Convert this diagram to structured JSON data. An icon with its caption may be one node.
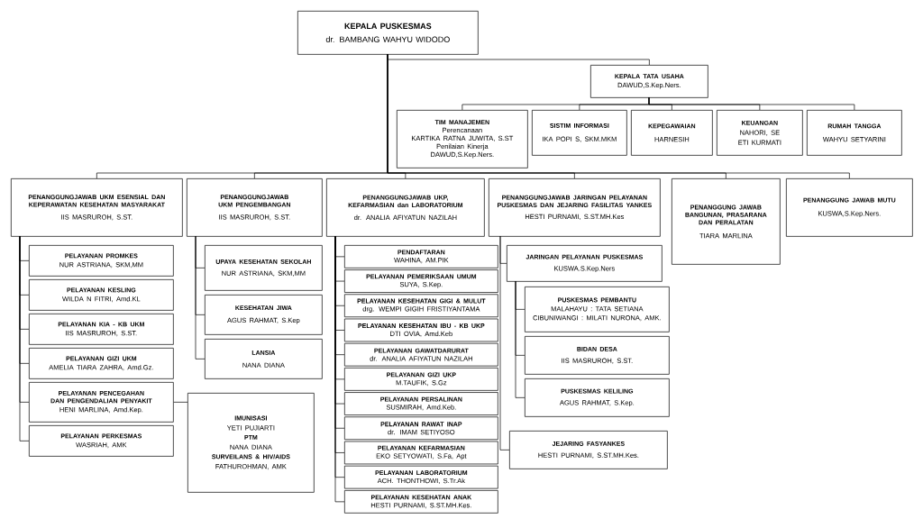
{
  "diagram": {
    "nodes": [
      {
        "text": [
          "KEPALA PUSKESMAS",
          "dr. BAMBANG WAHYU WIDODO"
        ]
      },
      {
        "text": [
          "KEPALA TATA USAHA",
          "DAWUD,S.Kep.Ners."
        ]
      },
      {
        "text": [
          "TIM MANAJEMEN",
          "Perencanaan",
          "KARTIKA RATNA JUWITA, S.ST",
          "Penilaian Kinerja",
          "DAWUD,S.Kep.Ners."
        ]
      },
      {
        "text": [
          "SISTIM INFORMASI",
          "IKA POPI S, SKM.MKM"
        ]
      },
      {
        "text": [
          "KEPEGAWAIAN",
          "HARNESIH"
        ]
      },
      {
        "text": [
          "KEUANGAN",
          "NAHORI, SE",
          "ETI KURMATI"
        ]
      },
      {
        "text": [
          "RUMAH TANGGA",
          "WAHYU SETYARINI"
        ]
      },
      {
        "text": [
          "PENANGGUNGJAWAB UKM ESENSIAL DAN KEPERAWATAN KESEHATAN MASYARAKAT",
          "IIS MASRUROH, S.ST."
        ]
      },
      {
        "text": [
          "PENANGGUNGJAWAB UKM PENGEMBANGAN",
          "IIS MASRUROH, S.ST."
        ]
      },
      {
        "text": [
          "PENANGGUNGJAWAB UKP, KEFARMASIAN dan LABORATORIUM",
          "dr. ANALIA AFIYATUN NAZILAH"
        ]
      },
      {
        "text": [
          "PENANGGUNGJAWAB JARINGAN PELAYANAN PUSKESMAS DAN JEJARING FASILITAS YANKES",
          "HESTI PURNAMI, S.ST.MH.Kes"
        ]
      },
      {
        "text": [
          "PENANGGUNG JAWAB BANGUNAN, PRASARANA DAN PERALATAN",
          "TIARA MARLINA"
        ]
      },
      {
        "text": [
          "PENANGGUNG JAWAB MUTU",
          "KUSWA,S.Kep.Ners."
        ]
      },
      {
        "text": [
          "PELAYANAN PROMKES",
          "NUR ASTRIANA, SKM,MM"
        ]
      },
      {
        "text": [
          "PELAYANAN KESLING",
          "WILDA N FITRI, Amd.KL"
        ]
      },
      {
        "text": [
          "PELAYANAN KIA - KB UKM",
          "IIS MASRUROH, S.ST."
        ]
      },
      {
        "text": [
          "PELAYANAN GIZI UKM",
          "AMELIA TIARA ZAHRA, Amd.Gz."
        ]
      },
      {
        "text": [
          "PELAYANAN PENCEGAHAN DAN PENGENDALIAN PENYAKIT",
          "HENI MARLINA, Amd.Kep."
        ]
      },
      {
        "text": [
          "PELAYANAN PERKESMAS",
          "WASRIAH, AMK"
        ]
      },
      {
        "text": [
          "IMUNISASI",
          "YETI PUJIARTI",
          "PTM",
          "NANA DIANA",
          "SURVEILANS & HIV/AIDS",
          "FATHUROHMAN, AMK"
        ]
      },
      {
        "text": [
          "UPAYA KESEHATAN SEKOLAH",
          "NUR ASTRIANA, SKM,MM"
        ]
      },
      {
        "text": [
          "KESEHATAN JIWA",
          "AGUS RAHMAT, S.Kep"
        ]
      },
      {
        "text": [
          "LANSIA",
          "NANA DIANA"
        ]
      },
      {
        "text": [
          "PENDAFTARAN",
          "WAHINA, AM.PIK"
        ]
      },
      {
        "text": [
          "PELAYANAN PEMERIKSAAN UMUM",
          "SUYA, S.Kep."
        ]
      },
      {
        "text": [
          "PELAYANAN KESEHATAN GIGI & MULUT",
          "drg. WEMPI GIGIH FRISTIYANTAMA"
        ]
      },
      {
        "text": [
          "PELAYANAN KESEHATAN IBU - KB UKP",
          "DTI OVIA, Amd.Keb"
        ]
      },
      {
        "text": [
          "PELAYANAN GAWATDARURAT",
          "dr. ANALIA AFIYATUN NAZILAH"
        ]
      },
      {
        "text": [
          "PELAYANAN GIZI UKP",
          "M.TAUFIK, S.Gz"
        ]
      },
      {
        "text": [
          "PELAYANAN PERSALINAN",
          "SUSMIRAH, Amd.Keb."
        ]
      },
      {
        "text": [
          "PELAYANAN RAWAT INAP",
          "dr. IMAM SETIYOSO"
        ]
      },
      {
        "text": [
          "PELAYANAN KEFARMASIAN",
          "EKO SETYOWATI, S.Fa, Apt"
        ]
      },
      {
        "text": [
          "PELAYANAN LABORATORIUM",
          "ACH. THONTHOWI, S.Tr.Ak"
        ]
      },
      {
        "text": [
          "PELAYANAN KESEHATAN ANAK",
          "HESTI PURNAMI, S.ST.MH.Kes."
        ]
      },
      {
        "text": [
          "JARINGAN PELAYANAN PUSKESMAS",
          "KUSWA.S.Kep.Ners"
        ]
      },
      {
        "text": [
          "PUSKESMAS PEMBANTU",
          "MALAHAYU : TATA SETIANA",
          "CIBUNIWANGI : MILATI NURONA, AMK."
        ]
      },
      {
        "text": [
          "BIDAN DESA",
          "IIS MASRUROH, S.ST."
        ]
      },
      {
        "text": [
          "PUSKESMAS KELILING",
          "AGUS RAHMAT, S.Kep."
        ]
      },
      {
        "text": [
          "JEJARING FASYANKES",
          "HESTI PURNAMI, S.ST.MH.Kes."
        ]
      }
    ],
    "edges": [
      {
        "from": 0,
        "to": 1,
        "arrow": "none"
      },
      {
        "from": 1,
        "to": 2,
        "arrow": "none"
      },
      {
        "from": 1,
        "to": 3,
        "arrow": "none"
      },
      {
        "from": 1,
        "to": 4,
        "arrow": "none"
      },
      {
        "from": 1,
        "to": 5,
        "arrow": "none"
      },
      {
        "from": 1,
        "to": 6,
        "arrow": "none"
      },
      {
        "from": 0,
        "to": 7,
        "arrow": "none"
      },
      {
        "from": 0,
        "to": 8,
        "arrow": "none"
      },
      {
        "from": 0,
        "to": 9,
        "arrow": "none"
      },
      {
        "from": 0,
        "to": 10,
        "arrow": "none"
      },
      {
        "from": 0,
        "to": 11,
        "arrow": "none"
      },
      {
        "from": 0,
        "to": 12,
        "arrow": "none"
      },
      {
        "from": 7,
        "to": 13,
        "arrow": "none"
      },
      {
        "from": 7,
        "to": 14,
        "arrow": "none"
      },
      {
        "from": 7,
        "to": 15,
        "arrow": "none"
      },
      {
        "from": 7,
        "to": 16,
        "arrow": "none"
      },
      {
        "from": 7,
        "to": 17,
        "arrow": "none"
      },
      {
        "from": 7,
        "to": 18,
        "arrow": "none"
      },
      {
        "from": 17,
        "to": 19,
        "arrow": "none"
      },
      {
        "from": 8,
        "to": 20,
        "arrow": "none"
      },
      {
        "from": 8,
        "to": 21,
        "arrow": "none"
      },
      {
        "from": 8,
        "to": 22,
        "arrow": "none"
      },
      {
        "from": 9,
        "to": 23,
        "arrow": "none"
      },
      {
        "from": 9,
        "to": 24,
        "arrow": "none"
      },
      {
        "from": 9,
        "to": 25,
        "arrow": "none"
      },
      {
        "from": 9,
        "to": 26,
        "arrow": "none"
      },
      {
        "from": 9,
        "to": 27,
        "arrow": "none"
      },
      {
        "from": 9,
        "to": 28,
        "arrow": "none"
      },
      {
        "from": 9,
        "to": 29,
        "arrow": "none"
      },
      {
        "from": 9,
        "to": 30,
        "arrow": "none"
      },
      {
        "from": 9,
        "to": 31,
        "arrow": "none"
      },
      {
        "from": 9,
        "to": 32,
        "arrow": "none"
      },
      {
        "from": 9,
        "to": 33,
        "arrow": "none"
      },
      {
        "from": 10,
        "to": 34,
        "arrow": "none"
      },
      {
        "from": 34,
        "to": 35,
        "arrow": "none"
      },
      {
        "from": 34,
        "to": 36,
        "arrow": "none"
      },
      {
        "from": 34,
        "to": 37,
        "arrow": "none"
      },
      {
        "from": 10,
        "to": 38,
        "arrow": "none"
      }
    ]
  }
}
